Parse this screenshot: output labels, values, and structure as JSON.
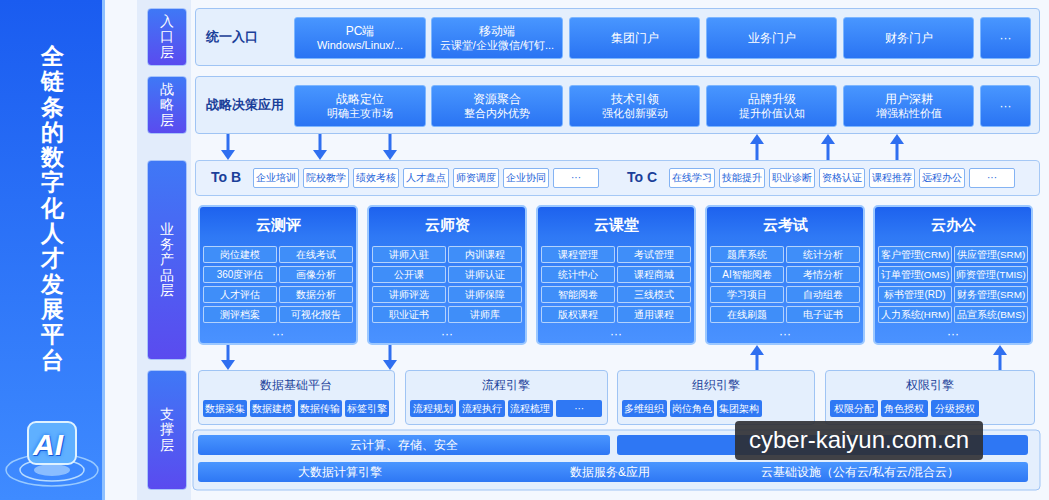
{
  "diagram": {
    "nodes": [
      {
        "text": [
          "全链条的数字化人才发展平台"
        ]
      },
      {
        "text": [
          "入口层"
        ]
      },
      {
        "text": [
          "统一入口"
        ]
      },
      {
        "text": [
          "PC端",
          "Windows/Linux/..."
        ],
        "in": 2
      },
      {
        "text": [
          "移动端",
          "云课堂/企业微信/钉钉..."
        ],
        "in": 2
      },
      {
        "text": [
          "集团门户"
        ],
        "in": 2
      },
      {
        "text": [
          "业务门户"
        ],
        "in": 2
      },
      {
        "text": [
          "财务门户"
        ],
        "in": 2
      },
      {
        "text": [
          "···"
        ],
        "in": 2
      },
      {
        "text": [
          "战略层"
        ]
      },
      {
        "text": [
          "战略决策应用"
        ]
      },
      {
        "text": [
          "战略定位",
          "明确主攻市场"
        ],
        "in": 10
      },
      {
        "text": [
          "资源聚合",
          "整合内外优势"
        ],
        "in": 10
      },
      {
        "text": [
          "技术引领",
          "强化创新驱动"
        ],
        "in": 10
      },
      {
        "text": [
          "品牌升级",
          "提升价值认知"
        ],
        "in": 10
      },
      {
        "text": [
          "用户深耕",
          "增强粘性价值"
        ],
        "in": 10
      },
      {
        "text": [
          "···"
        ],
        "in": 10
      },
      {
        "text": [
          "业务产品层"
        ]
      },
      {
        "text": [
          "To B",
          "To C"
        ]
      },
      {
        "text": [
          "企业培训"
        ],
        "in": 18
      },
      {
        "text": [
          "院校教学"
        ],
        "in": 18
      },
      {
        "text": [
          "绩效考核"
        ],
        "in": 18
      },
      {
        "text": [
          "人才盘点"
        ],
        "in": 18
      },
      {
        "text": [
          "师资调度"
        ],
        "in": 18
      },
      {
        "text": [
          "企业协同"
        ],
        "in": 18
      },
      {
        "text": [
          "···"
        ],
        "in": 18
      },
      {
        "text": [
          "在线学习"
        ],
        "in": 18
      },
      {
        "text": [
          "技能提升"
        ],
        "in": 18
      },
      {
        "text": [
          "职业诊断"
        ],
        "in": 18
      },
      {
        "text": [
          "资格认证"
        ],
        "in": 18
      },
      {
        "text": [
          "课程推荐"
        ],
        "in": 18
      },
      {
        "text": [
          "远程办公"
        ],
        "in": 18
      },
      {
        "text": [
          "···"
        ],
        "in": 18
      },
      {
        "text": [
          "云测评",
          "···"
        ]
      },
      {
        "text": [
          "岗位建模"
        ],
        "in": 33
      },
      {
        "text": [
          "在线考试"
        ],
        "in": 33
      },
      {
        "text": [
          "360度评估"
        ],
        "in": 33
      },
      {
        "text": [
          "画像分析"
        ],
        "in": 33
      },
      {
        "text": [
          "人才评估"
        ],
        "in": 33
      },
      {
        "text": [
          "数据分析"
        ],
        "in": 33
      },
      {
        "text": [
          "测评档案"
        ],
        "in": 33
      },
      {
        "text": [
          "可视化报告"
        ],
        "in": 33
      },
      {
        "text": [
          "云师资",
          "···"
        ]
      },
      {
        "text": [
          "讲师入驻"
        ],
        "in": 42
      },
      {
        "text": [
          "内训课程"
        ],
        "in": 42
      },
      {
        "text": [
          "公开课"
        ],
        "in": 42
      },
      {
        "text": [
          "讲师认证"
        ],
        "in": 42
      },
      {
        "text": [
          "讲师评选"
        ],
        "in": 42
      },
      {
        "text": [
          "讲师保障"
        ],
        "in": 42
      },
      {
        "text": [
          "职业证书"
        ],
        "in": 42
      },
      {
        "text": [
          "讲师库"
        ],
        "in": 42
      },
      {
        "text": [
          "云课堂",
          "···"
        ]
      },
      {
        "text": [
          "课程管理"
        ],
        "in": 51
      },
      {
        "text": [
          "考试管理"
        ],
        "in": 51
      },
      {
        "text": [
          "统计中心"
        ],
        "in": 51
      },
      {
        "text": [
          "课程商城"
        ],
        "in": 51
      },
      {
        "text": [
          "智能阅卷"
        ],
        "in": 51
      },
      {
        "text": [
          "三线模式"
        ],
        "in": 51
      },
      {
        "text": [
          "版权课程"
        ],
        "in": 51
      },
      {
        "text": [
          "通用课程"
        ],
        "in": 51
      },
      {
        "text": [
          "云考试",
          "···"
        ]
      },
      {
        "text": [
          "题库系统"
        ],
        "in": 60
      },
      {
        "text": [
          "统计分析"
        ],
        "in": 60
      },
      {
        "text": [
          "AI智能阅卷"
        ],
        "in": 60
      },
      {
        "text": [
          "考情分析"
        ],
        "in": 60
      },
      {
        "text": [
          "学习项目"
        ],
        "in": 60
      },
      {
        "text": [
          "自动组卷"
        ],
        "in": 60
      },
      {
        "text": [
          "在线刷题"
        ],
        "in": 60
      },
      {
        "text": [
          "电子证书"
        ],
        "in": 60
      },
      {
        "text": [
          "云办公",
          "···"
        ]
      },
      {
        "text": [
          "客户管理(CRM)"
        ],
        "in": 69
      },
      {
        "text": [
          "供应管理(SRM)"
        ],
        "in": 69
      },
      {
        "text": [
          "订单管理(OMS)"
        ],
        "in": 69
      },
      {
        "text": [
          "师资管理(TMIS)"
        ],
        "in": 69
      },
      {
        "text": [
          "标书管理(RD)"
        ],
        "in": 69
      },
      {
        "text": [
          "财务管理(SRM)"
        ],
        "in": 69
      },
      {
        "text": [
          "人力系统(HRM)"
        ],
        "in": 69
      },
      {
        "text": [
          "品宣系统(BMS)"
        ],
        "in": 69
      },
      {
        "text": [
          "支撑层"
        ]
      },
      {
        "text": [
          "数据基础平台"
        ]
      },
      {
        "text": [
          "数据采集"
        ],
        "in": 79
      },
      {
        "text": [
          "数据建模"
        ],
        "in": 79
      },
      {
        "text": [
          "数据传输"
        ],
        "in": 79
      },
      {
        "text": [
          "标签引擎"
        ],
        "in": 79
      },
      {
        "text": [
          "流程引擎"
        ]
      },
      {
        "text": [
          "流程规划"
        ],
        "in": 84
      },
      {
        "text": [
          "流程执行"
        ],
        "in": 84
      },
      {
        "text": [
          "流程梳理"
        ],
        "in": 84
      },
      {
        "text": [
          "···"
        ],
        "in": 84
      },
      {
        "text": [
          "组织引擎"
        ]
      },
      {
        "text": [
          "多维组织"
        ],
        "in": 89
      },
      {
        "text": [
          "岗位角色"
        ],
        "in": 89
      },
      {
        "text": [
          "集团架构"
        ],
        "in": 89
      },
      {
        "text": [
          "权限引擎"
        ]
      },
      {
        "text": [
          "权限分配"
        ],
        "in": 93
      },
      {
        "text": [
          "角色授权"
        ],
        "in": 93
      },
      {
        "text": [
          "分级授权"
        ],
        "in": 93
      },
      {
        "text": [
          "云计算、存储、安全"
        ]
      },
      {
        "text": [
          "大数据计算引擎",
          "数据服务&应用",
          "云基础设施（公有云/私有云/混合云）"
        ]
      }
    ],
    "edges": [
      {
        "from": 10,
        "to": 18,
        "arrow": "to"
      },
      {
        "from": 10,
        "to": 18,
        "arrow": "to"
      },
      {
        "from": 10,
        "to": 18,
        "arrow": "to"
      },
      {
        "from": 18,
        "to": 10,
        "arrow": "to"
      },
      {
        "from": 18,
        "to": 10,
        "arrow": "to"
      },
      {
        "from": 18,
        "to": 10,
        "arrow": "to"
      },
      {
        "from": 33,
        "to": 79,
        "arrow": "to"
      },
      {
        "from": 42,
        "to": 79,
        "arrow": "to"
      },
      {
        "from": 89,
        "to": 60,
        "arrow": "to"
      },
      {
        "from": 93,
        "to": 69,
        "arrow": "to"
      }
    ],
    "labels": [
      "AI",
      "cyber-kaiyun.com.cn"
    ]
  }
}
